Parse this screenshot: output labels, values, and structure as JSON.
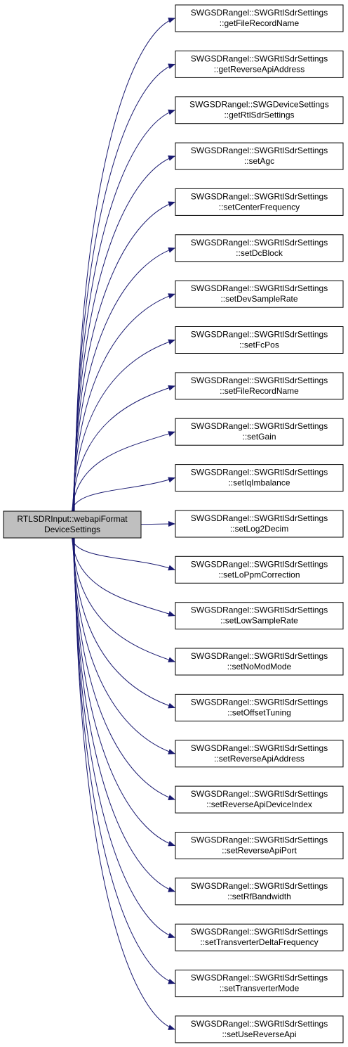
{
  "colors": {
    "source_fill": "#bfbfbf",
    "target_fill": "#ffffff",
    "node_border": "#000000",
    "edge": "#191970"
  },
  "source": {
    "line1": "RTLSDRInput::webapiFormat",
    "line2": "DeviceSettings"
  },
  "targets": [
    {
      "line1": "SWGSDRangel::SWGRtlSdrSettings",
      "line2": "::getFileRecordName"
    },
    {
      "line1": "SWGSDRangel::SWGRtlSdrSettings",
      "line2": "::getReverseApiAddress"
    },
    {
      "line1": "SWGSDRangel::SWGDeviceSettings",
      "line2": "::getRtlSdrSettings"
    },
    {
      "line1": "SWGSDRangel::SWGRtlSdrSettings",
      "line2": "::setAgc"
    },
    {
      "line1": "SWGSDRangel::SWGRtlSdrSettings",
      "line2": "::setCenterFrequency"
    },
    {
      "line1": "SWGSDRangel::SWGRtlSdrSettings",
      "line2": "::setDcBlock"
    },
    {
      "line1": "SWGSDRangel::SWGRtlSdrSettings",
      "line2": "::setDevSampleRate"
    },
    {
      "line1": "SWGSDRangel::SWGRtlSdrSettings",
      "line2": "::setFcPos"
    },
    {
      "line1": "SWGSDRangel::SWGRtlSdrSettings",
      "line2": "::setFileRecordName"
    },
    {
      "line1": "SWGSDRangel::SWGRtlSdrSettings",
      "line2": "::setGain"
    },
    {
      "line1": "SWGSDRangel::SWGRtlSdrSettings",
      "line2": "::setIqImbalance"
    },
    {
      "line1": "SWGSDRangel::SWGRtlSdrSettings",
      "line2": "::setLog2Decim"
    },
    {
      "line1": "SWGSDRangel::SWGRtlSdrSettings",
      "line2": "::setLoPpmCorrection"
    },
    {
      "line1": "SWGSDRangel::SWGRtlSdrSettings",
      "line2": "::setLowSampleRate"
    },
    {
      "line1": "SWGSDRangel::SWGRtlSdrSettings",
      "line2": "::setNoModMode"
    },
    {
      "line1": "SWGSDRangel::SWGRtlSdrSettings",
      "line2": "::setOffsetTuning"
    },
    {
      "line1": "SWGSDRangel::SWGRtlSdrSettings",
      "line2": "::setReverseApiAddress"
    },
    {
      "line1": "SWGSDRangel::SWGRtlSdrSettings",
      "line2": "::setReverseApiDeviceIndex"
    },
    {
      "line1": "SWGSDRangel::SWGRtlSdrSettings",
      "line2": "::setReverseApiPort"
    },
    {
      "line1": "SWGSDRangel::SWGRtlSdrSettings",
      "line2": "::setRfBandwidth"
    },
    {
      "line1": "SWGSDRangel::SWGRtlSdrSettings",
      "line2": "::setTransverterDeltaFrequency"
    },
    {
      "line1": "SWGSDRangel::SWGRtlSdrSettings",
      "line2": "::setTransverterMode"
    },
    {
      "line1": "SWGSDRangel::SWGRtlSdrSettings",
      "line2": "::setUseReverseApi"
    }
  ]
}
